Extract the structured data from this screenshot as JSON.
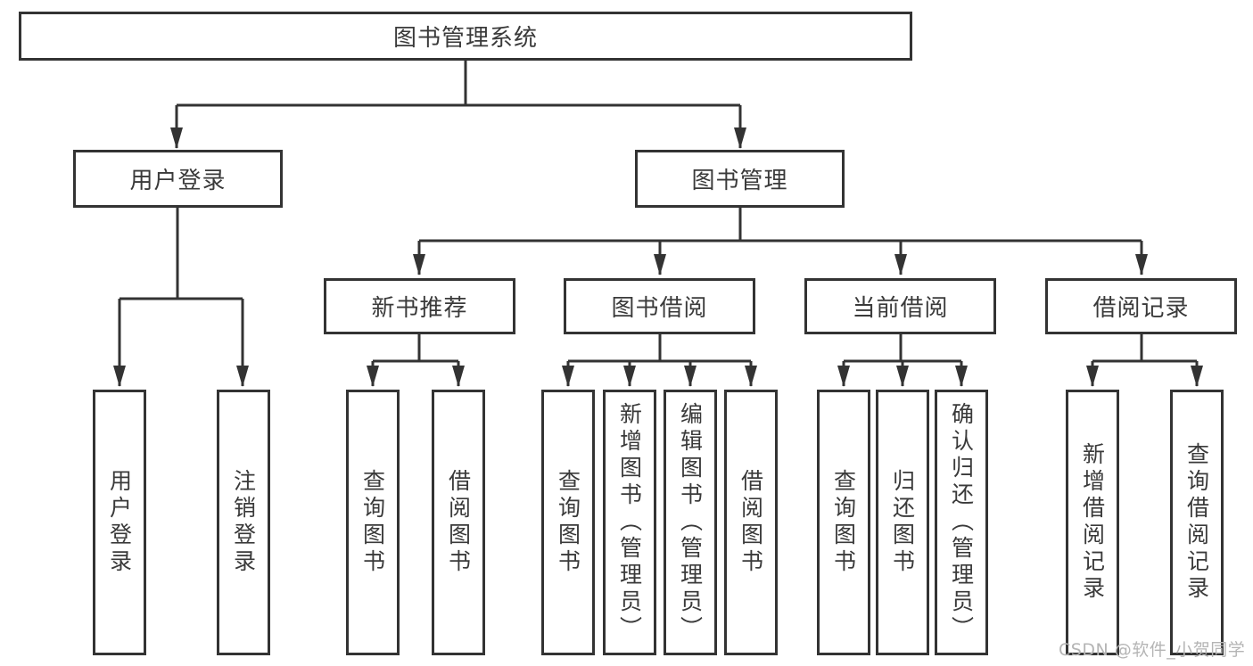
{
  "colors": {
    "line": "#333333",
    "box_border": "#333333",
    "box_fill": "#ffffff",
    "text": "#3a3a3a",
    "background": "#ffffff",
    "watermark": "#b5b5b5"
  },
  "watermark": {
    "text": "CSDN @软件_小贺同学"
  },
  "diagram": {
    "root": {
      "label": "图书管理系统",
      "children": [
        {
          "label": "用户登录",
          "children": [
            {
              "label": "用户登录"
            },
            {
              "label": "注销登录"
            }
          ]
        },
        {
          "label": "图书管理",
          "children": [
            {
              "label": "新书推荐",
              "children": [
                {
                  "label": "查询图书"
                },
                {
                  "label": "借阅图书"
                }
              ]
            },
            {
              "label": "图书借阅",
              "children": [
                {
                  "label": "查询图书"
                },
                {
                  "label": "新增图书（管理员）"
                },
                {
                  "label": "编辑图书（管理员）"
                },
                {
                  "label": "借阅图书"
                }
              ]
            },
            {
              "label": "当前借阅",
              "children": [
                {
                  "label": "查询图书"
                },
                {
                  "label": "归还图书"
                },
                {
                  "label": "确认归还（管理员）"
                }
              ]
            },
            {
              "label": "借阅记录",
              "children": [
                {
                  "label": "新增借阅记录"
                },
                {
                  "label": "查询借阅记录"
                }
              ]
            }
          ]
        }
      ]
    }
  }
}
